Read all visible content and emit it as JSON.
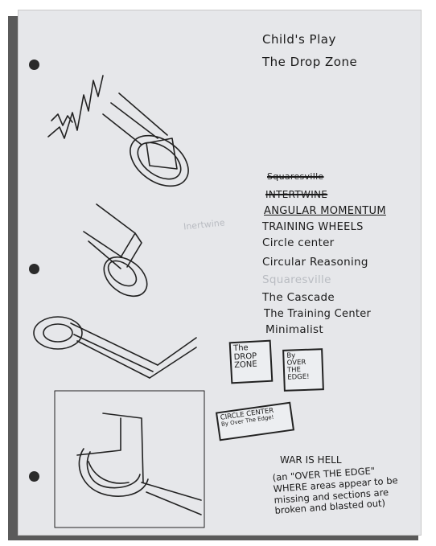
{
  "header": {
    "line1": "Child's Play",
    "line2": "The Drop Zone"
  },
  "name_list": [
    {
      "text": "Squaresville",
      "style": "struck"
    },
    {
      "text": "INTERTWINE",
      "style": "struck"
    },
    {
      "text": "ANGULAR MOMENTUM",
      "style": "underlined"
    },
    {
      "text": "TRAINING WHEELS",
      "style": "normal"
    },
    {
      "text": "Circle center",
      "style": "normal"
    },
    {
      "text": "Circular Reasoning",
      "style": "normal"
    },
    {
      "text": "Squaresville",
      "style": "faint"
    },
    {
      "text": "The Cascade",
      "style": "normal"
    },
    {
      "text": "The Training Center",
      "style": "normal"
    },
    {
      "text": "Minimalist",
      "style": "normal"
    }
  ],
  "sketches": {
    "erased_word": "Inertwine"
  },
  "logos": {
    "drop_zone": {
      "line1": "The",
      "line2": "DROP",
      "line3": "ZONE"
    },
    "by_ote": {
      "line1": "By",
      "line2": "OVER",
      "line3": "THE",
      "line4": "EDGE!"
    },
    "circle_center": {
      "line1": "CIRCLE CENTER",
      "line2": "By Over The Edge!"
    }
  },
  "note": {
    "title": "WAR IS HELL",
    "body": "(an \"OVER THE EDGE\" WHERE areas appear to be missing and sections are broken and blasted out)"
  },
  "colors": {
    "paper": "#e6e7ea",
    "shadow": "#5a5a5a",
    "ink": "#1b1b1b"
  }
}
